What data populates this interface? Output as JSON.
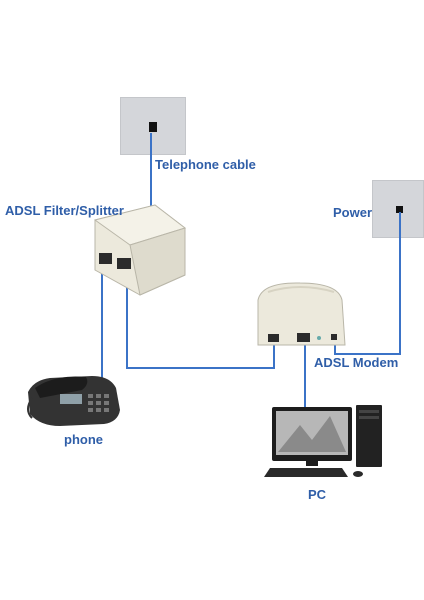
{
  "labels": {
    "telephone_cable": "Telephone cable",
    "splitter": "ADSL Filter/Splitter",
    "power": "Power",
    "modem": "ADSL Modem",
    "phone": "phone",
    "pc": "PC"
  },
  "colors": {
    "wire": "#3b73c7",
    "label": "#2f5ea8",
    "wallplate": "#d4d6da"
  },
  "icons": [
    "wall-outlet-icon",
    "splitter-device-icon",
    "adsl-modem-icon",
    "telephone-icon",
    "desktop-pc-icon"
  ]
}
